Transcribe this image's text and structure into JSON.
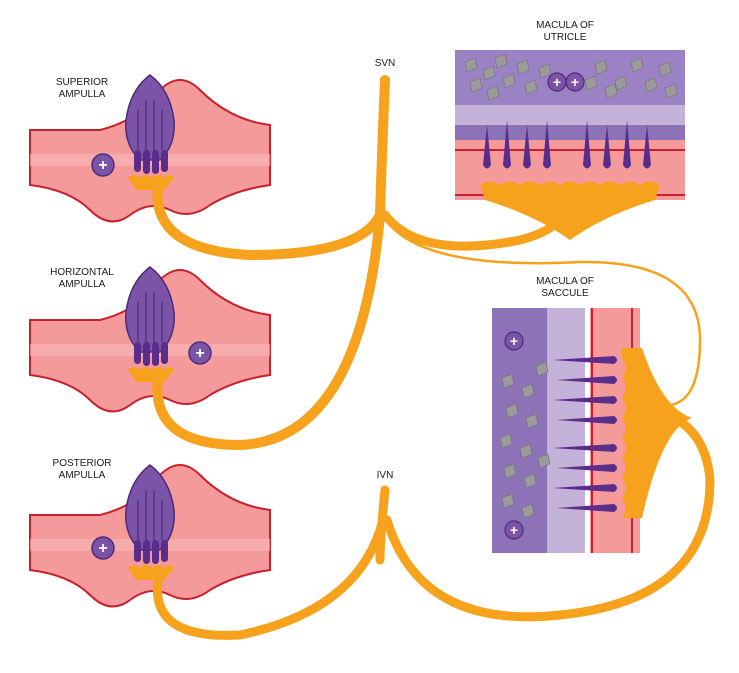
{
  "labels": {
    "superior_ampulla": [
      "SUPERIOR",
      "AMPULLA"
    ],
    "horizontal_ampulla": [
      "HORIZONTAL",
      "AMPULLA"
    ],
    "posterior_ampulla": [
      "POSTERIOR",
      "AMPULLA"
    ],
    "macula_utricle": [
      "MACULA OF",
      "UTRICLE"
    ],
    "macula_saccule": [
      "MACULA OF",
      "SACCULE"
    ],
    "svn": "SVN",
    "ivn": "IVN"
  },
  "symbols": {
    "plus": "+"
  },
  "colors": {
    "canal_fill": "#f59a9a",
    "canal_stroke": "#c8202e",
    "hair_cell": "#6a3a9c",
    "cupula": "#7b54a8",
    "nerve": "#f7a21c",
    "nerve_stroke": "#e38a0a",
    "otolith": "#9b9b9b",
    "macula_bg": "#8e72b8",
    "macula_light": "#c4b2d8"
  }
}
